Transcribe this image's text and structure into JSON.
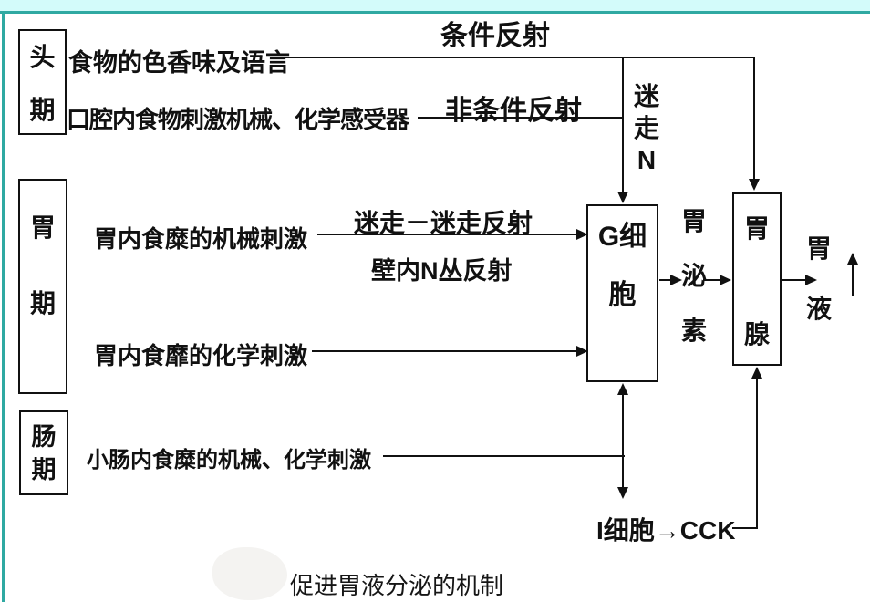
{
  "caption": "促进胃液分泌的机制",
  "phases": {
    "cephalic": "头期",
    "gastric": "胃期",
    "intestinal": "肠期"
  },
  "stimuli": {
    "cephalic_1": "食物的色香味及语言",
    "cephalic_2": "口腔内食物刺激机械、化学感受器",
    "gastric_mechanical": "胃内食糜的机械刺激",
    "gastric_chemical": "胃内食靡的化学刺激",
    "intestinal": "小肠内食糜的机械、化学刺激"
  },
  "labels": {
    "conditioned_reflex": "条件反射",
    "unconditioned_reflex": "非条件反射",
    "vagus_nerve": "迷走N",
    "vagovagal_reflex": "迷走－迷走反射",
    "intramural_reflex": "壁内N丛反射",
    "icell_cck": "I细胞→CCK"
  },
  "nodes": {
    "g_cell": "G细胞",
    "gastrin": "胃泌素",
    "gastric_gland": "胃腺",
    "gastric_juice": "胃液"
  },
  "colors": {
    "frame": "#2fa9a2",
    "frame_strip": "#d3fbfa",
    "ink": "#111111",
    "background": "#ffffff"
  }
}
